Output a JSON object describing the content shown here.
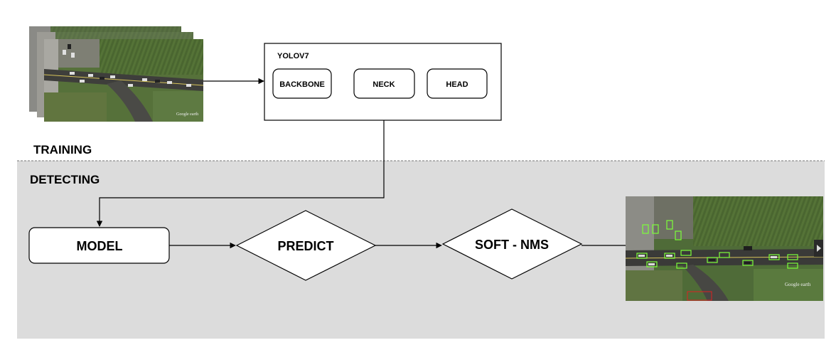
{
  "sections": {
    "training_label": "TRAINING",
    "detecting_label": "DETECTING"
  },
  "yolo_box": {
    "title": "YOLOV7",
    "modules": [
      "BACKBONE",
      "NECK",
      "HEAD"
    ]
  },
  "pipeline": {
    "model_label": "MODEL",
    "predict_label": "PREDICT",
    "soft_nms_label": "SOFT - NMS"
  },
  "images": {
    "input_watermark": "Google earth",
    "output_watermark": "Google earth"
  },
  "colors": {
    "detecting_bg": "#dcdcdc",
    "detection_box": "#7cff3a",
    "road": "#3a3a38",
    "grass": "#4f6b38"
  }
}
